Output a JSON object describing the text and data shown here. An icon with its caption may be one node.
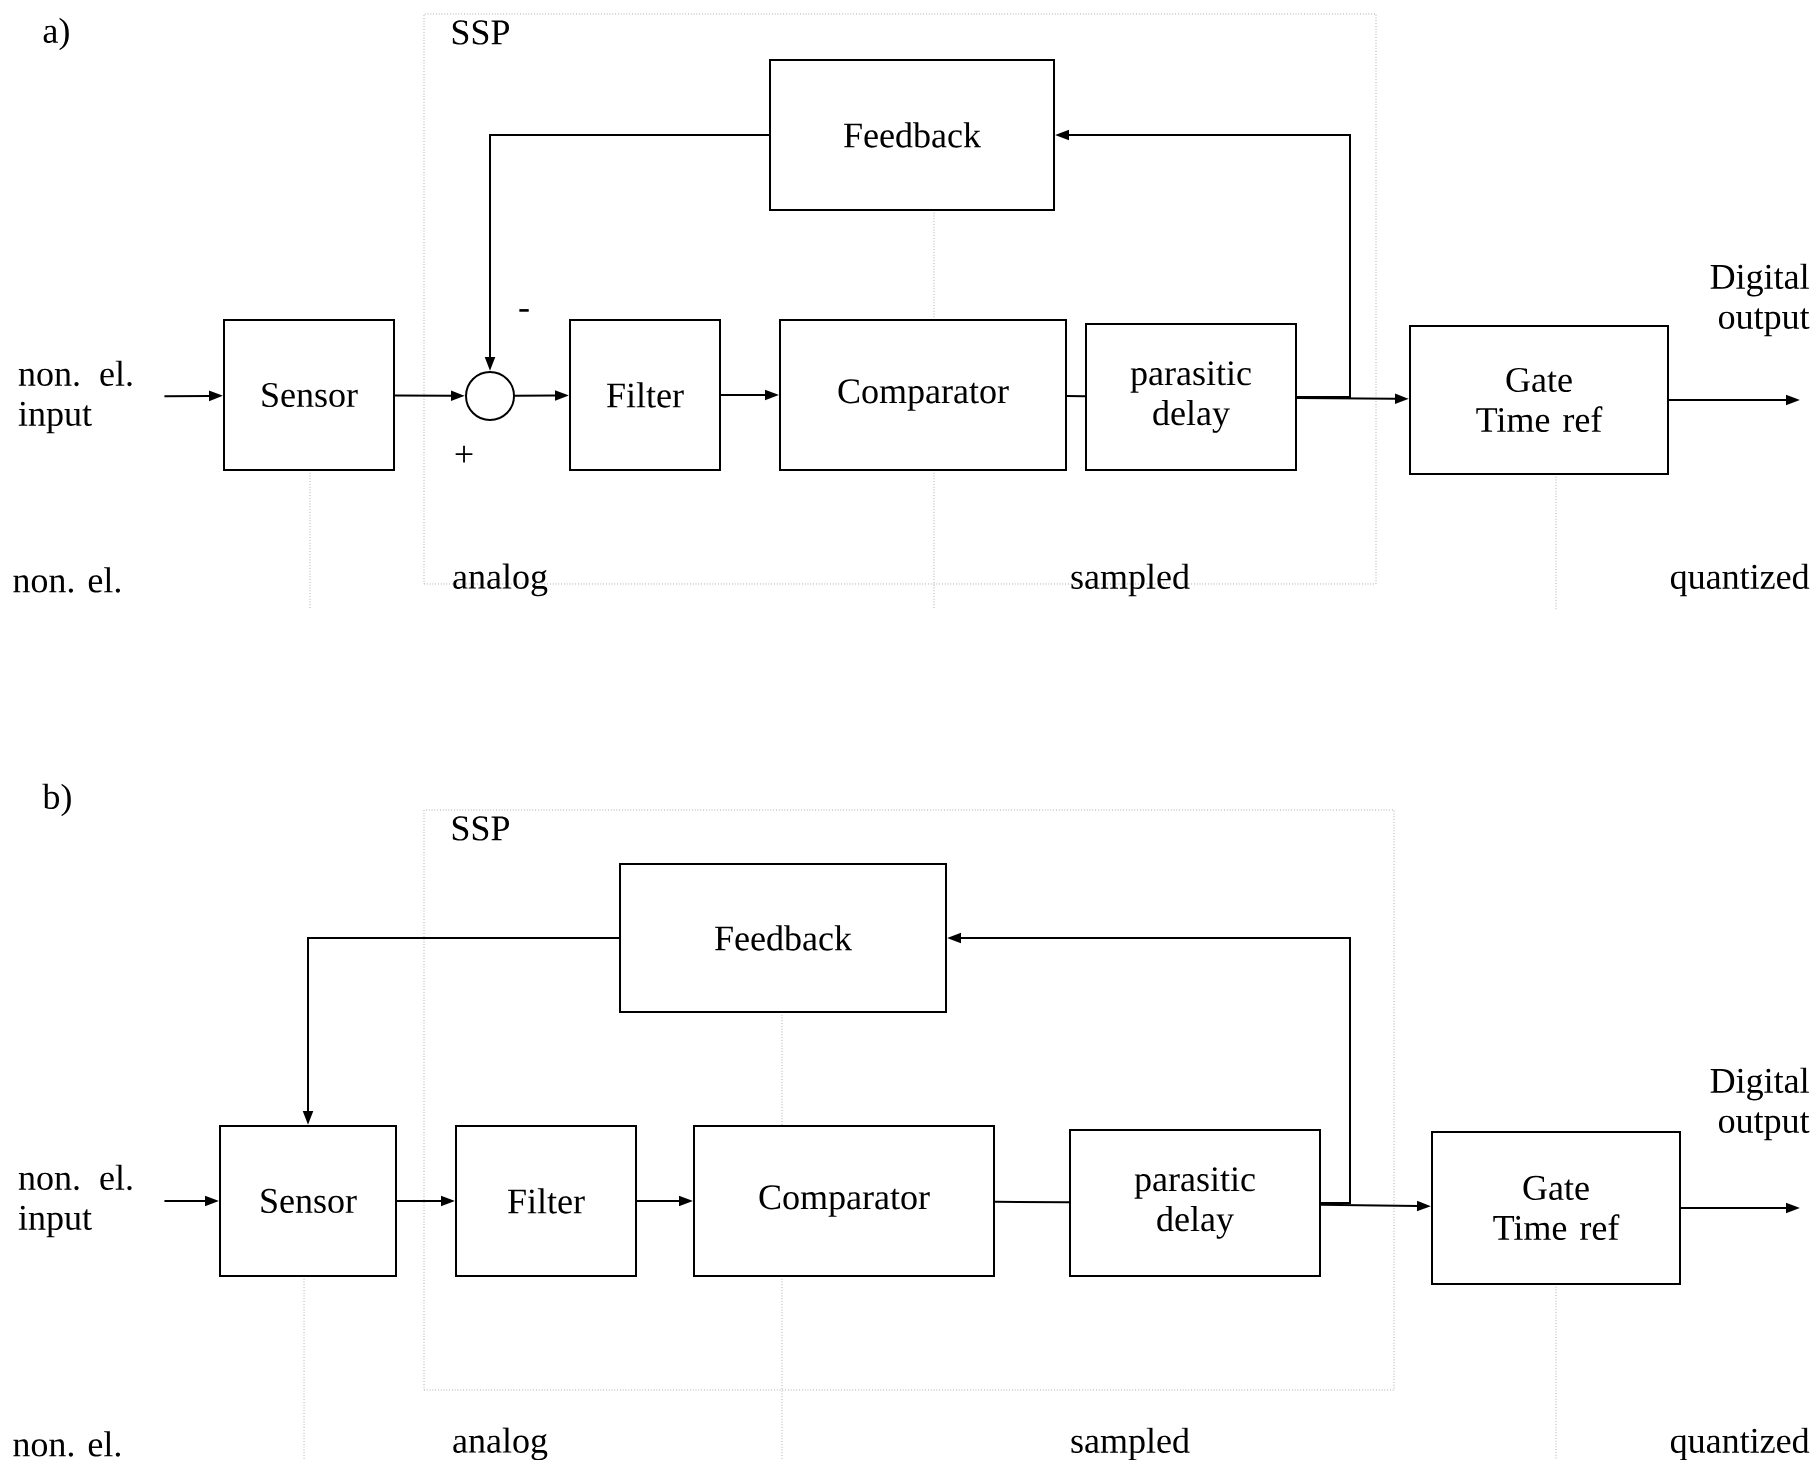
{
  "diagram": {
    "nodes": [
      {
        "text": [
          "non. el. input"
        ]
      },
      {
        "text": [
          "Sensor"
        ]
      },
      {
        "text": [
          "SSP"
        ]
      },
      {
        "text": [
          "Feedback"
        ],
        "in": 2
      },
      {
        "text": [],
        "shape": "circle",
        "in": 2
      },
      {
        "text": [
          "Filter"
        ],
        "in": 2
      },
      {
        "text": [
          "Comparator"
        ],
        "in": 2
      },
      {
        "text": [
          "parasitic delay"
        ],
        "in": 2
      },
      {
        "text": [
          "Gate Time ref"
        ]
      },
      {
        "text": [
          "non. el. input"
        ]
      },
      {
        "text": [
          "Sensor"
        ]
      },
      {
        "text": [
          "SSP"
        ]
      },
      {
        "text": [
          "Feedback"
        ],
        "in": 11
      },
      {
        "text": [
          "Filter"
        ],
        "in": 11
      },
      {
        "text": [
          "Comparator"
        ],
        "in": 11
      },
      {
        "text": [
          "parasitic delay"
        ],
        "in": 11
      },
      {
        "text": [
          "Gate Time ref"
        ]
      }
    ],
    "edges": [
      {
        "from": 0,
        "to": 1,
        "arrow": "to"
      },
      {
        "from": 1,
        "to": 4,
        "arrow": "to"
      },
      {
        "from": 4,
        "to": 5,
        "arrow": "to"
      },
      {
        "from": 5,
        "to": 6,
        "arrow": "to"
      },
      {
        "from": 6,
        "to": 7,
        "arrow": "none"
      },
      {
        "from": 7,
        "to": 8,
        "arrow": "to"
      },
      {
        "from": 7,
        "to": 3,
        "arrow": "to"
      },
      {
        "from": 3,
        "to": 4,
        "arrow": "to"
      },
      {
        "from": 8,
        "to": null,
        "arrow": "to"
      },
      {
        "from": 9,
        "to": 10,
        "arrow": "to"
      },
      {
        "from": 10,
        "to": 13,
        "arrow": "to"
      },
      {
        "from": 13,
        "to": 14,
        "arrow": "to"
      },
      {
        "from": 14,
        "to": 15,
        "arrow": "none"
      },
      {
        "from": 15,
        "to": 16,
        "arrow": "to"
      },
      {
        "from": 15,
        "to": 12,
        "arrow": "to"
      },
      {
        "from": 12,
        "to": 10,
        "arrow": "to"
      },
      {
        "from": 16,
        "to": null,
        "arrow": "to"
      }
    ],
    "labels": [
      "a)",
      "Digital output",
      "-",
      "+",
      "non. el.",
      "analog",
      "sampled",
      "quantized",
      "b)",
      "Digital output",
      "non. el.",
      "analog",
      "sampled",
      "quantized"
    ]
  }
}
